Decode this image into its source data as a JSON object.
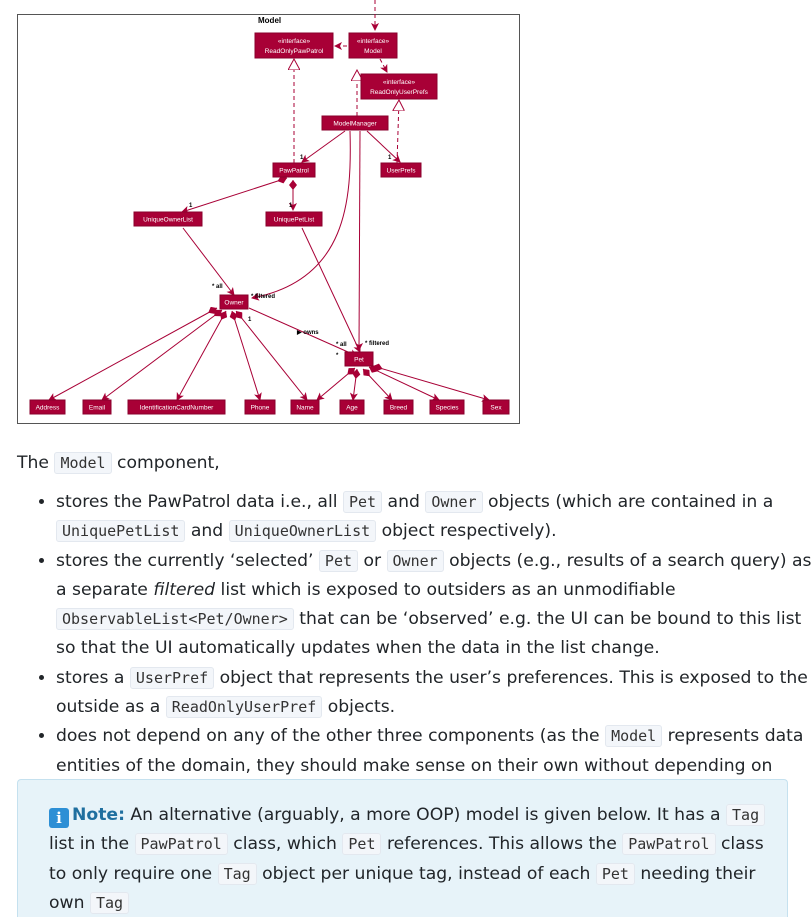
{
  "diagram": {
    "title": "Model",
    "nodes": {
      "readonly_pawpatrol": {
        "stereotype": "«interface»",
        "label": "ReadOnlyPawPatrol"
      },
      "model": {
        "stereotype": "«interface»",
        "label": "Model"
      },
      "readonly_userprefs": {
        "stereotype": "«interface»",
        "label": "ReadOnlyUserPrefs"
      },
      "model_manager": {
        "label": "ModelManager"
      },
      "pawpatrol": {
        "label": "PawPatrol"
      },
      "userprefs": {
        "label": "UserPrefs"
      },
      "unique_owner_list": {
        "label": "UniqueOwnerList"
      },
      "unique_pet_list": {
        "label": "UniquePetList"
      },
      "owner": {
        "label": "Owner"
      },
      "pet": {
        "label": "Pet"
      },
      "address": {
        "label": "Address"
      },
      "email": {
        "label": "Email"
      },
      "id_card": {
        "label": "IdentificationCardNumber"
      },
      "phone": {
        "label": "Phone"
      },
      "name": {
        "label": "Name"
      },
      "age": {
        "label": "Age"
      },
      "breed": {
        "label": "Breed"
      },
      "species": {
        "label": "Species"
      },
      "sex": {
        "label": "Sex"
      }
    },
    "edge_labels": {
      "one_a": "1",
      "one_b": "1",
      "one_c": "1",
      "one_d": "1",
      "one_e": "1",
      "star_all_owner": "* all",
      "star_filtered_owner": "* filtered",
      "owns": "▶ owns",
      "star_all_pet": "* all",
      "star_filtered_pet": "* filtered",
      "star_owns": "*"
    }
  },
  "content": {
    "intro_prefix": "The ",
    "intro_code": "Model",
    "intro_suffix": " component,",
    "b1": {
      "t1": "stores the PawPatrol data i.e., all ",
      "c1": "Pet",
      "t2": " and ",
      "c2": "Owner",
      "t3": " objects (which are contained in a ",
      "c3": "UniquePetList",
      "t4": " and ",
      "c4": "UniqueOwnerList",
      "t5": " object respectively)."
    },
    "b2": {
      "t1": "stores the currently ‘selected’ ",
      "c1": "Pet",
      "t2": " or ",
      "c2": "Owner",
      "t3": " objects (e.g., results of a search query) as a separate ",
      "em": "filtered",
      "t4": " list which is exposed to outsiders as an unmodifiable ",
      "c3": "ObservableList<Pet/Owner>",
      "t5": " that can be ‘observed’ e.g. the UI can be bound to this list so that the UI automatically updates when the data in the list change."
    },
    "b3": {
      "t1": "stores a ",
      "c1": "UserPref",
      "t2": " object that represents the user’s preferences. This is exposed to the outside as a ",
      "c2": "ReadOnlyUserPref",
      "t3": " objects."
    },
    "b4": {
      "t1": "does not depend on any of the other three components (as the ",
      "c1": "Model",
      "t2": " represents data entities of the domain, they should make sense on their own without depending on other components)"
    }
  },
  "note": {
    "icon": "info-icon",
    "icon_glyph": "i",
    "title": "Note:",
    "t1": " An alternative (arguably, a more OOP) model is given below. It has a ",
    "c1": "Tag",
    "t2": " list in the ",
    "c2": "PawPatrol",
    "t3": " class, which ",
    "c3": "Pet",
    "t4": " references. This allows the ",
    "c4": "PawPatrol",
    "t5": " class to only require one ",
    "c5": "Tag",
    "t6": " object per unique tag, instead of each ",
    "c6": "Pet",
    "t7": " needing their own ",
    "c7": "Tag"
  },
  "colors": {
    "node_fill": "#a80036",
    "edge": "#a80036",
    "note_bg": "#e7f3f9",
    "note_title": "#1f6f9f",
    "info_icon": "#2d8fd5"
  }
}
